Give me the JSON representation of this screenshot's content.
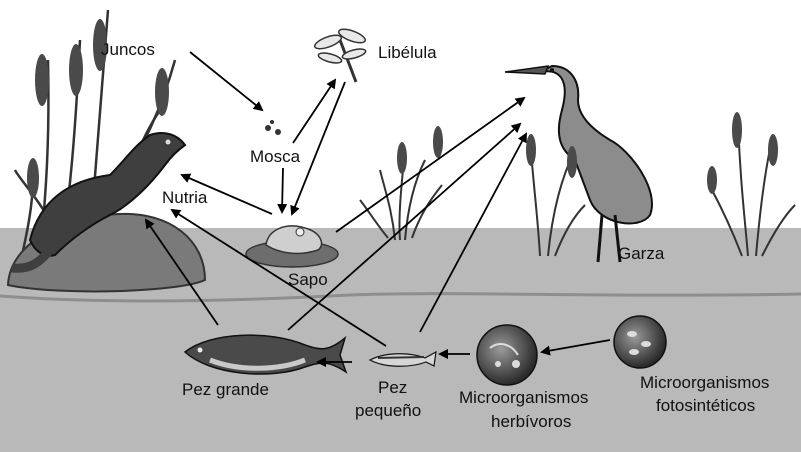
{
  "colors": {
    "sky": "#ffffff",
    "water": "#b9b9b9",
    "water_line": "#8e8e8e",
    "ink": "#111111",
    "arrow": "#000000"
  },
  "labels": {
    "juncos": "Juncos",
    "libelula": "Libélula",
    "mosca": "Mosca",
    "nutria": "Nutria",
    "sapo": "Sapo",
    "garza": "Garza",
    "pez_grande": "Pez grande",
    "pez_pequeno_1": "Pez",
    "pez_pequeno_2": "pequeño",
    "micro_herb_1": "Microorganismos",
    "micro_herb_2": "herbívoros",
    "micro_foto_1": "Microorganismos",
    "micro_foto_2": "fotosintéticos"
  },
  "icons": [
    "reed-icon",
    "dragonfly-icon",
    "fly-icon",
    "otter-icon",
    "frog-icon",
    "heron-icon",
    "fish-icon",
    "microorganism-icon"
  ]
}
